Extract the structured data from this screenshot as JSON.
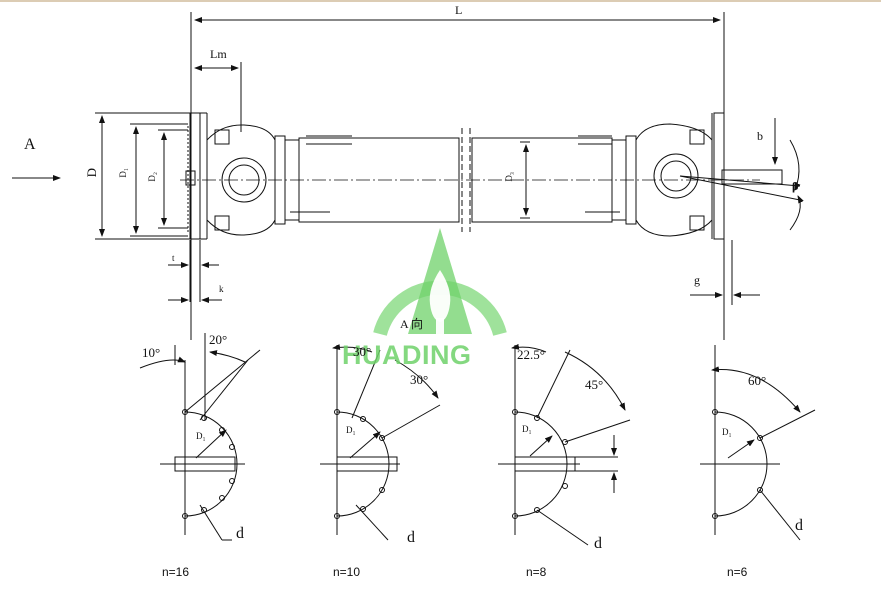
{
  "brand": {
    "name": "HUADING",
    "color": "#6fd26a"
  },
  "main_view": {
    "labels": {
      "L": "L",
      "Lm": "Lm",
      "A": "A",
      "D": "D",
      "D1": "D₁",
      "D2": "D₂",
      "D3": "D₃",
      "t": "t",
      "k": "k",
      "g": "g",
      "b": "b",
      "beta": "β"
    },
    "direction_caption": "A 向"
  },
  "flange_views": [
    {
      "bolt_count_label": "n=16",
      "angle_labels": [
        "10°",
        "20°"
      ],
      "diameter_label": "D₁",
      "hole_label": "d"
    },
    {
      "bolt_count_label": "n=10",
      "angle_labels": [
        "30°",
        "30°"
      ],
      "diameter_label": "D₁",
      "hole_label": "d"
    },
    {
      "bolt_count_label": "n=8",
      "angle_labels": [
        "22.5°",
        "45°"
      ],
      "diameter_label": "D₁",
      "hole_label": "d"
    },
    {
      "bolt_count_label": "n=6",
      "angle_labels": [
        "60°"
      ],
      "diameter_label": "D₁",
      "hole_label": "d"
    }
  ]
}
